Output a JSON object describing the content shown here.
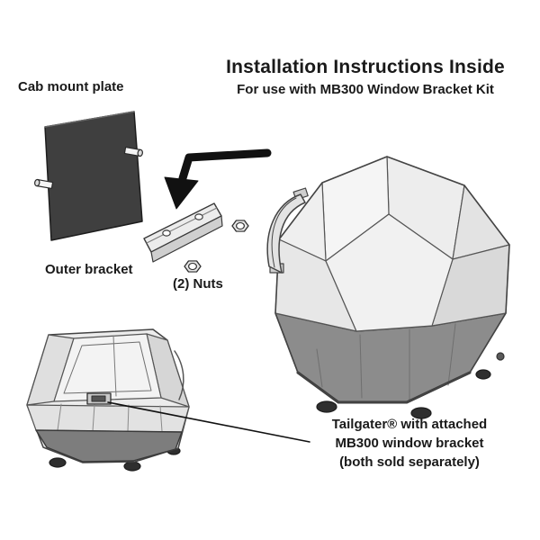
{
  "header": {
    "title": "Installation Instructions Inside",
    "subtitle": "For use with MB300 Window Bracket Kit"
  },
  "callouts": {
    "cab_mount_plate": "Cab mount plate",
    "outer_bracket": "Outer bracket",
    "nuts": "(2) Nuts"
  },
  "caption": {
    "line1": "Tailgater® with attached",
    "line2": "MB300 window bracket",
    "line3": "(both sold separately)"
  },
  "icons": {
    "plate": "cab-mount-plate-figure",
    "bracket": "outer-bracket-figure",
    "nut": "hex-nut",
    "arrow": "assembly-direction-arrow",
    "large_antenna": "tailgater-antenna-dome",
    "small_antenna": "tailgater-antenna-with-bracket",
    "leader": "caption-leader-line"
  },
  "colors": {
    "background": "#ffffff",
    "text": "#1a1a1a",
    "plate": "#3f3f3f",
    "dome_shell": "#f1f1f1",
    "dome_base": "#8c8c8c",
    "line": "#444444"
  }
}
